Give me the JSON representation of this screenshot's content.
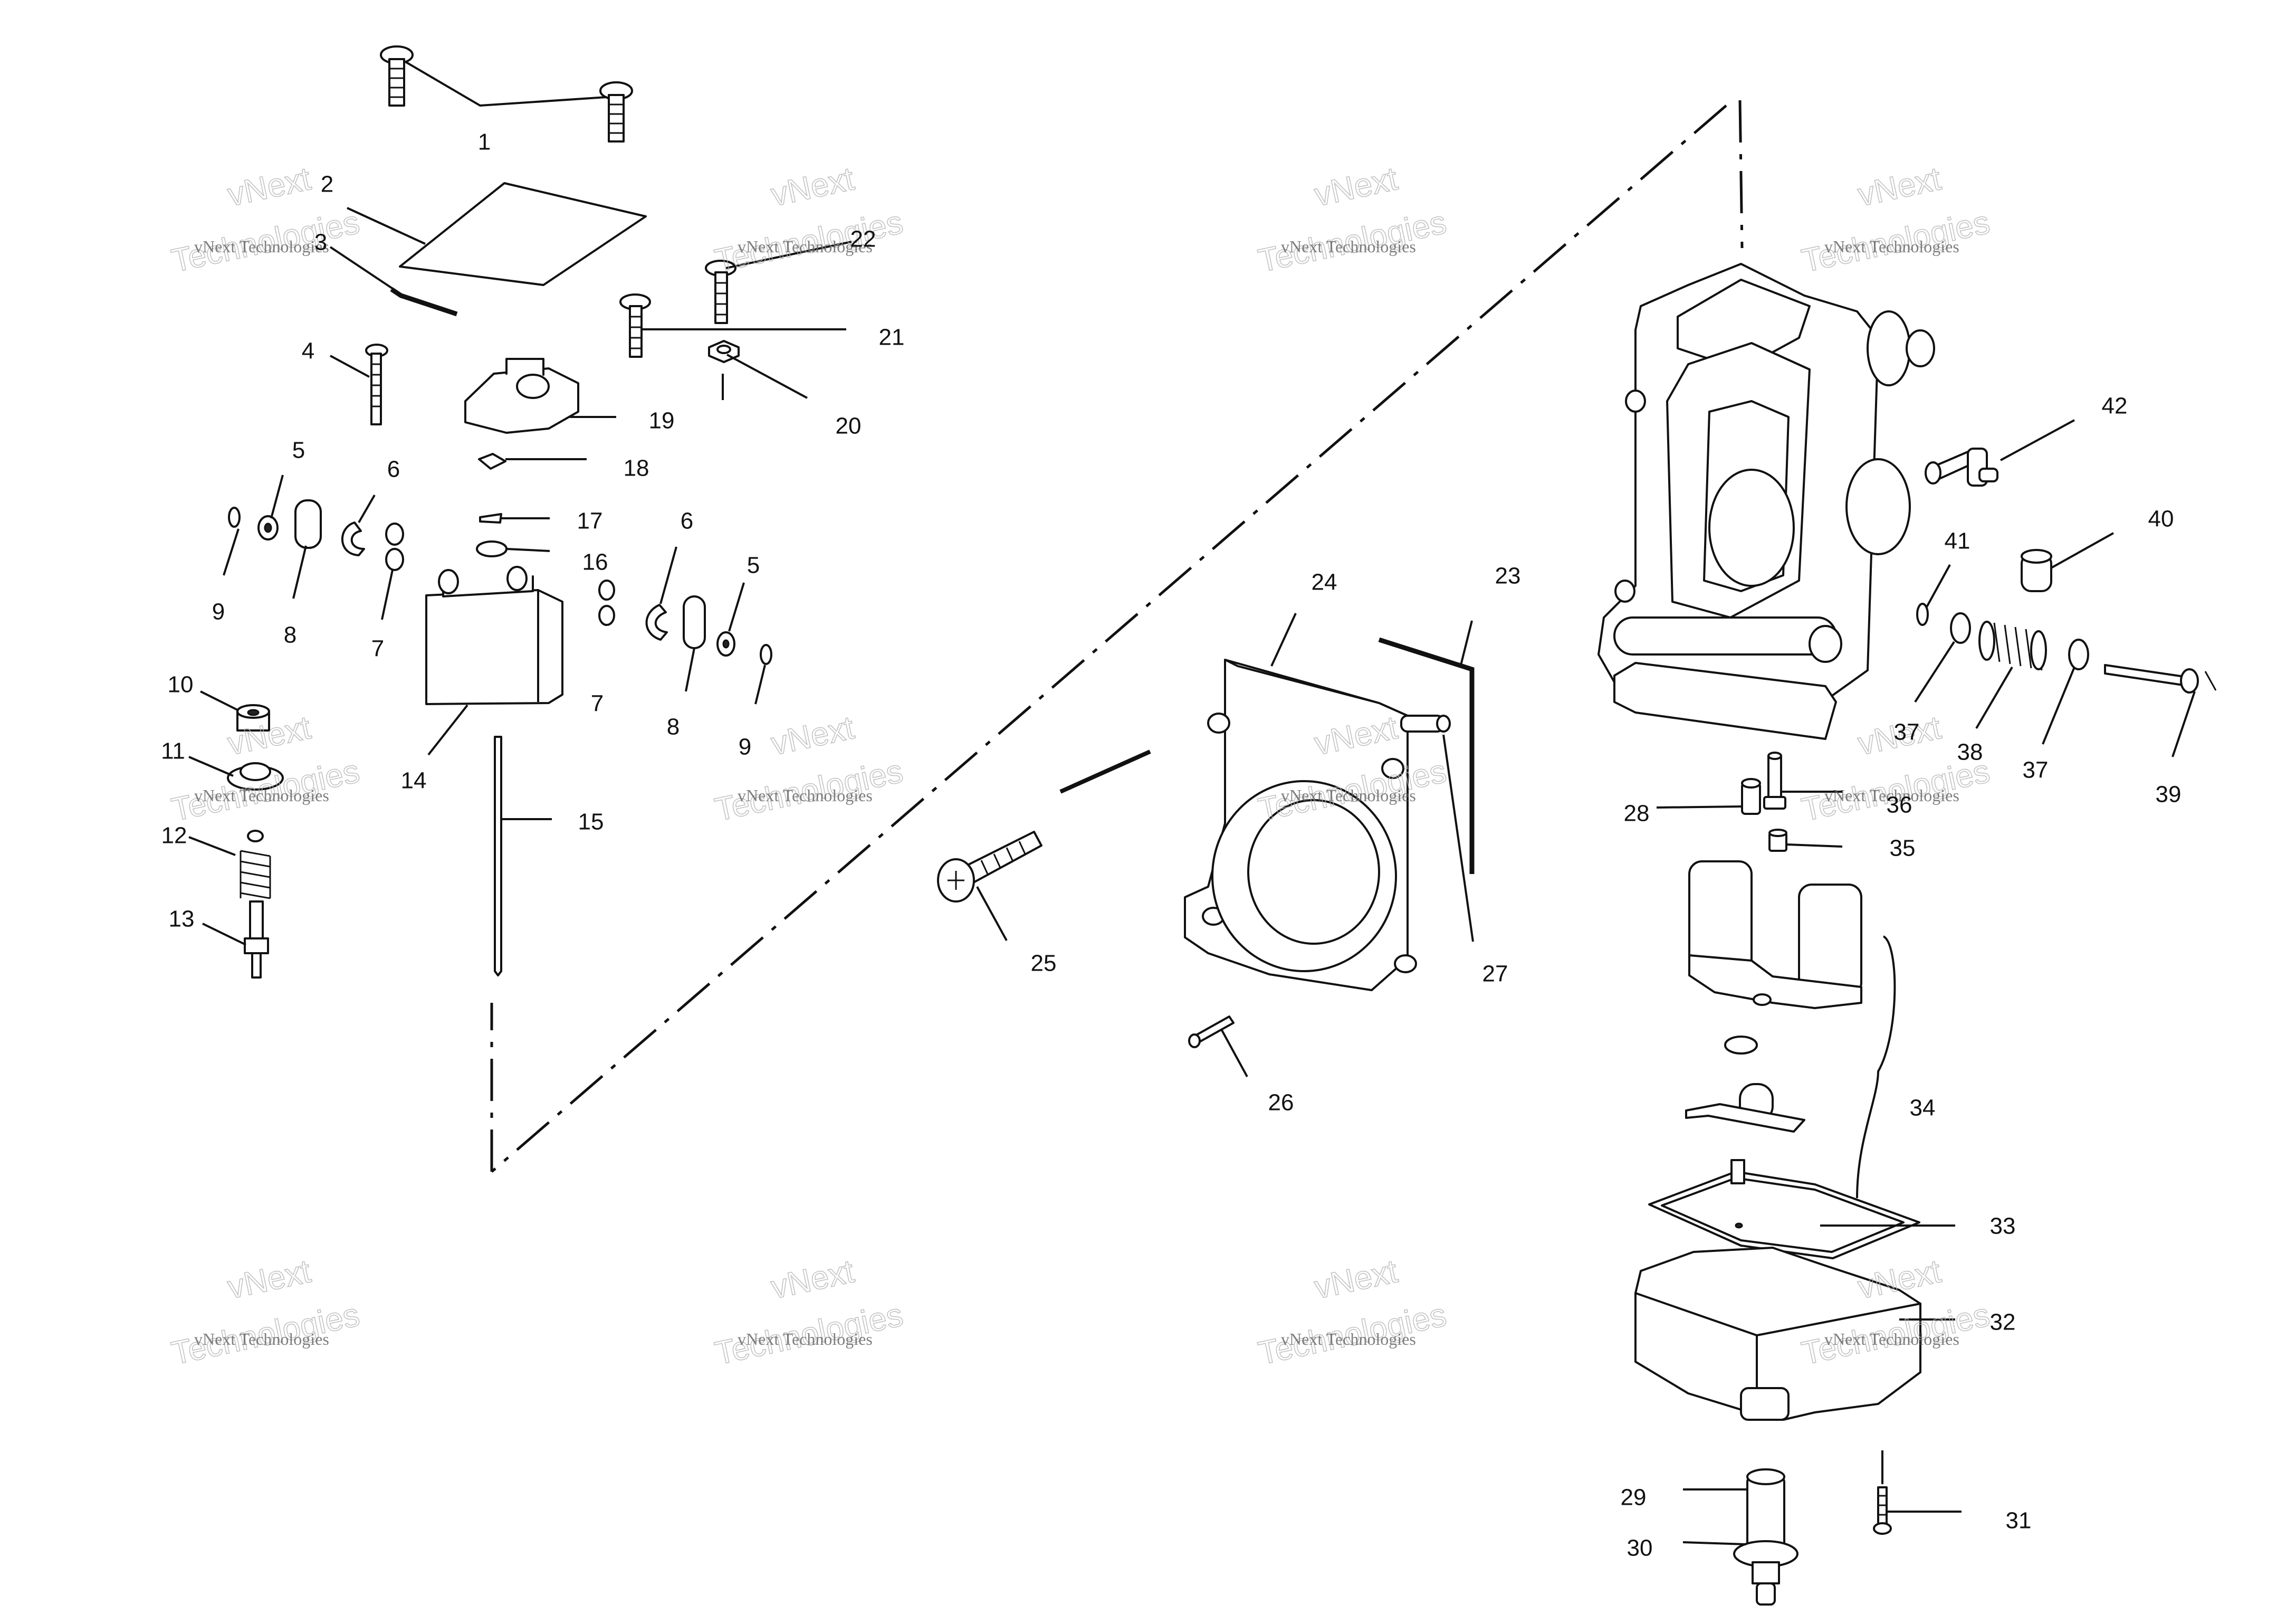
{
  "callouts": {
    "n1": "1",
    "n2": "2",
    "n3": "3",
    "n4": "4",
    "n5a": "5",
    "n5b": "5",
    "n6a": "6",
    "n6b": "6",
    "n7a": "7",
    "n7b": "7",
    "n8a": "8",
    "n8b": "8",
    "n9a": "9",
    "n9b": "9",
    "n10": "10",
    "n11": "11",
    "n12": "12",
    "n13": "13",
    "n14": "14",
    "n15": "15",
    "n16": "16",
    "n17": "17",
    "n18": "18",
    "n19": "19",
    "n20": "20",
    "n21": "21",
    "n22": "22",
    "n23": "23",
    "n24": "24",
    "n25": "25",
    "n26": "26",
    "n27": "27",
    "n28": "28",
    "n29": "29",
    "n30": "30",
    "n31": "31",
    "n32": "32",
    "n33": "33",
    "n34": "34",
    "n35": "35",
    "n36": "36",
    "n37a": "37",
    "n37b": "37",
    "n38": "38",
    "n39": "39",
    "n40": "40",
    "n41": "41",
    "n42": "42"
  },
  "watermark": {
    "line_small": "vNext Technologies",
    "line_top": "vNext",
    "line_bottom": "Technologies"
  }
}
